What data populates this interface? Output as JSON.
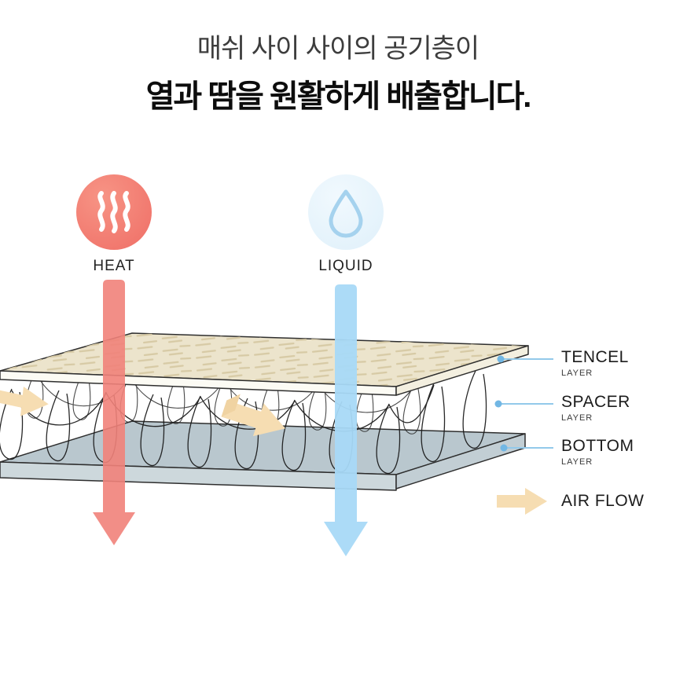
{
  "title": {
    "line1": "매쉬 사이 사이의 공기층이",
    "line2": "열과 땀을 원활하게 배출합니다."
  },
  "icons": {
    "heat": {
      "label": "HEAT"
    },
    "liquid": {
      "label": "LIQUID"
    }
  },
  "legend": {
    "tencel": {
      "name": "TENCEL",
      "sub": "LAYER"
    },
    "spacer": {
      "name": "SPACER",
      "sub": "LAYER"
    },
    "bottom": {
      "name": "BOTTOM",
      "sub": "LAYER"
    },
    "airflow": {
      "name": "AIR FLOW"
    }
  },
  "colors": {
    "heat_icon": "#f3766b",
    "liquid_icon_bg": "#e9f5fc",
    "liquid_outline": "#a5d2ee",
    "heat_arrow": "#f1827a",
    "liquid_arrow": "#a8d9f7",
    "tencel_layer": "#ece4cc",
    "bottom_layer": "#b9c7ce",
    "airflow_arrow": "#f6ddb2",
    "pointer_line": "#93c9ea"
  }
}
